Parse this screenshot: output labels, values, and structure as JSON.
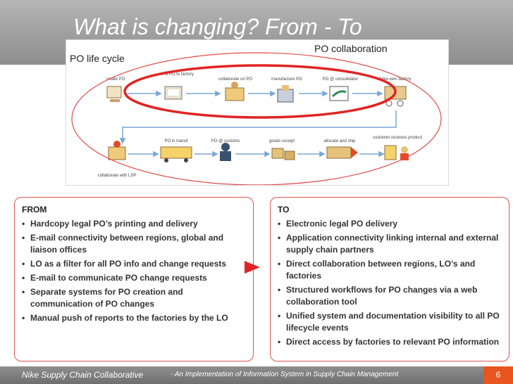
{
  "slide": {
    "title": "What is changing?  From - To",
    "page_number": "6"
  },
  "diagram": {
    "lifecycle_title": "PO life cycle",
    "collab_title": "PO collaboration",
    "top_steps": [
      "create PO",
      "send PO to factory",
      "collaborate on PO",
      "manufacture PO",
      "PO @ consolidator",
      "Nike-own factory"
    ],
    "bottom_steps": [
      "collaborate with LSP",
      "PO in transit",
      "PO @ customs",
      "goods receipt",
      "allocate and ship",
      "customer receives product"
    ]
  },
  "from_panel": {
    "heading": "FROM",
    "items": [
      "Hardcopy legal PO’s printing and delivery",
      "E-mail connectivity between regions, global and liaison offices",
      "LO as a filter for all PO info and change requests",
      "E-mail to communicate PO change requests",
      "Separate systems for PO creation and communication of PO changes",
      "Manual push of reports to the factories by the LO"
    ]
  },
  "to_panel": {
    "heading": "TO",
    "items": [
      "Electronic legal PO delivery",
      "Application connectivity linking internal and external supply chain partners",
      "Direct collaboration between regions, LO’s and factories",
      "Structured workflows for PO changes via a web collaboration tool",
      "Unified system and documentation visibility to all PO lifecycle events",
      "Direct access by factories to relevant PO information"
    ]
  },
  "footer": {
    "brand": "Nike Supply Chain Collaborative",
    "subtitle": " - An Implementation of Information System in Supply Chain Management"
  },
  "colors": {
    "accent_red": "#e02424",
    "panel_border": "#dd5555",
    "page_badge": "#e8551e",
    "title_bar": "#9e9e9e"
  }
}
